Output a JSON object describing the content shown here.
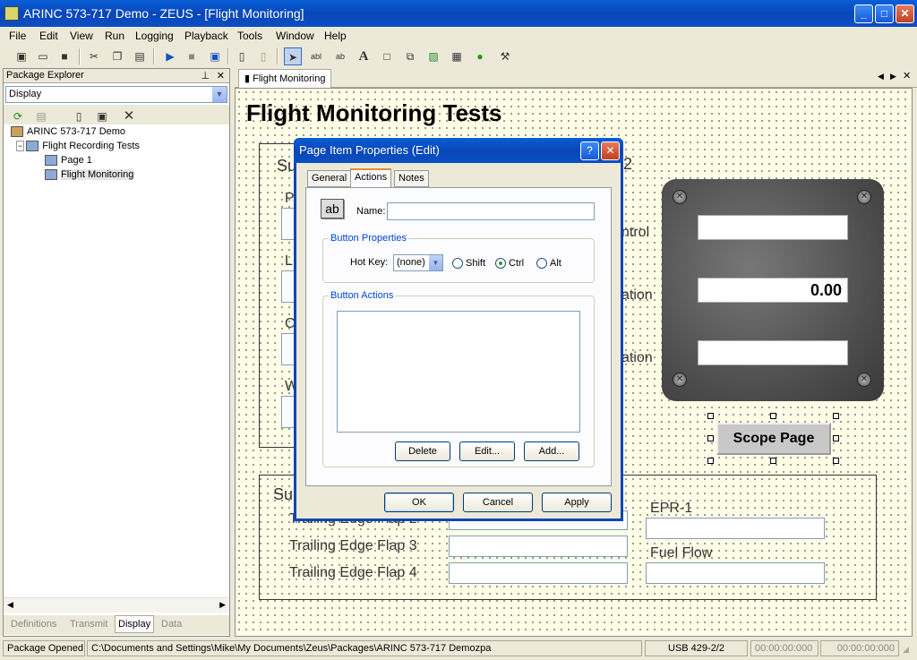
{
  "window": {
    "title": "ARINC 573-717 Demo - ZEUS - [Flight Monitoring]"
  },
  "menu": [
    "File",
    "Edit",
    "View",
    "Run",
    "Logging",
    "Playback",
    "Tools",
    "Window",
    "Help"
  ],
  "explorer": {
    "title": "Package Explorer",
    "filter_value": "Display",
    "tree": [
      {
        "label": "ARINC 573-717 Demo"
      },
      {
        "label": "Flight Recording Tests"
      },
      {
        "label": "Page 1"
      },
      {
        "label": "Flight Monitoring"
      }
    ],
    "bottom_tabs": [
      "Definitions",
      "Transmit",
      "Display",
      "Data"
    ]
  },
  "editor": {
    "tab_label": "Flight Monitoring",
    "page_title": "Flight Monitoring Tests",
    "section1_title_partial": "Su",
    "section1_title_tail": "2",
    "side_labels": [
      "P",
      "L",
      "C",
      "W"
    ],
    "right_fragments": [
      "ntrol",
      "ation",
      "ation"
    ],
    "section2_title_partial": "Su",
    "flaps": [
      "Trailing Edge Flap 2",
      "Trailing Edge Flap 3",
      "Trailing Edge Flap 4"
    ],
    "right_labels": [
      "EPR-1",
      "Fuel Flow"
    ],
    "gauge_value": "0.00",
    "scope_button": "Scope Page"
  },
  "dialog": {
    "title": "Page Item Properties (Edit)",
    "tabs": [
      "General",
      "Actions",
      "Notes"
    ],
    "active_tab": "Actions",
    "name_label": "Name:",
    "name_value": "",
    "icon_text": "ab",
    "button_properties_label": "Button Properties",
    "hotkey_label": "Hot Key:",
    "hotkey_value": "(none)",
    "modifiers": [
      "Shift",
      "Ctrl",
      "Alt"
    ],
    "selected_modifier": "Ctrl",
    "button_actions_label": "Button Actions",
    "delete": "Delete",
    "edit": "Edit...",
    "add": "Add...",
    "ok": "OK",
    "cancel": "Cancel",
    "apply": "Apply"
  },
  "status": {
    "left": "Package Opened",
    "path": "C:\\Documents and Settings\\Mike\\My Documents\\Zeus\\Packages\\ARINC 573-717 Demozpa",
    "usb": "USB 429-2/2",
    "time1": "00:00:00:000",
    "time2": "00:00:00:000"
  }
}
